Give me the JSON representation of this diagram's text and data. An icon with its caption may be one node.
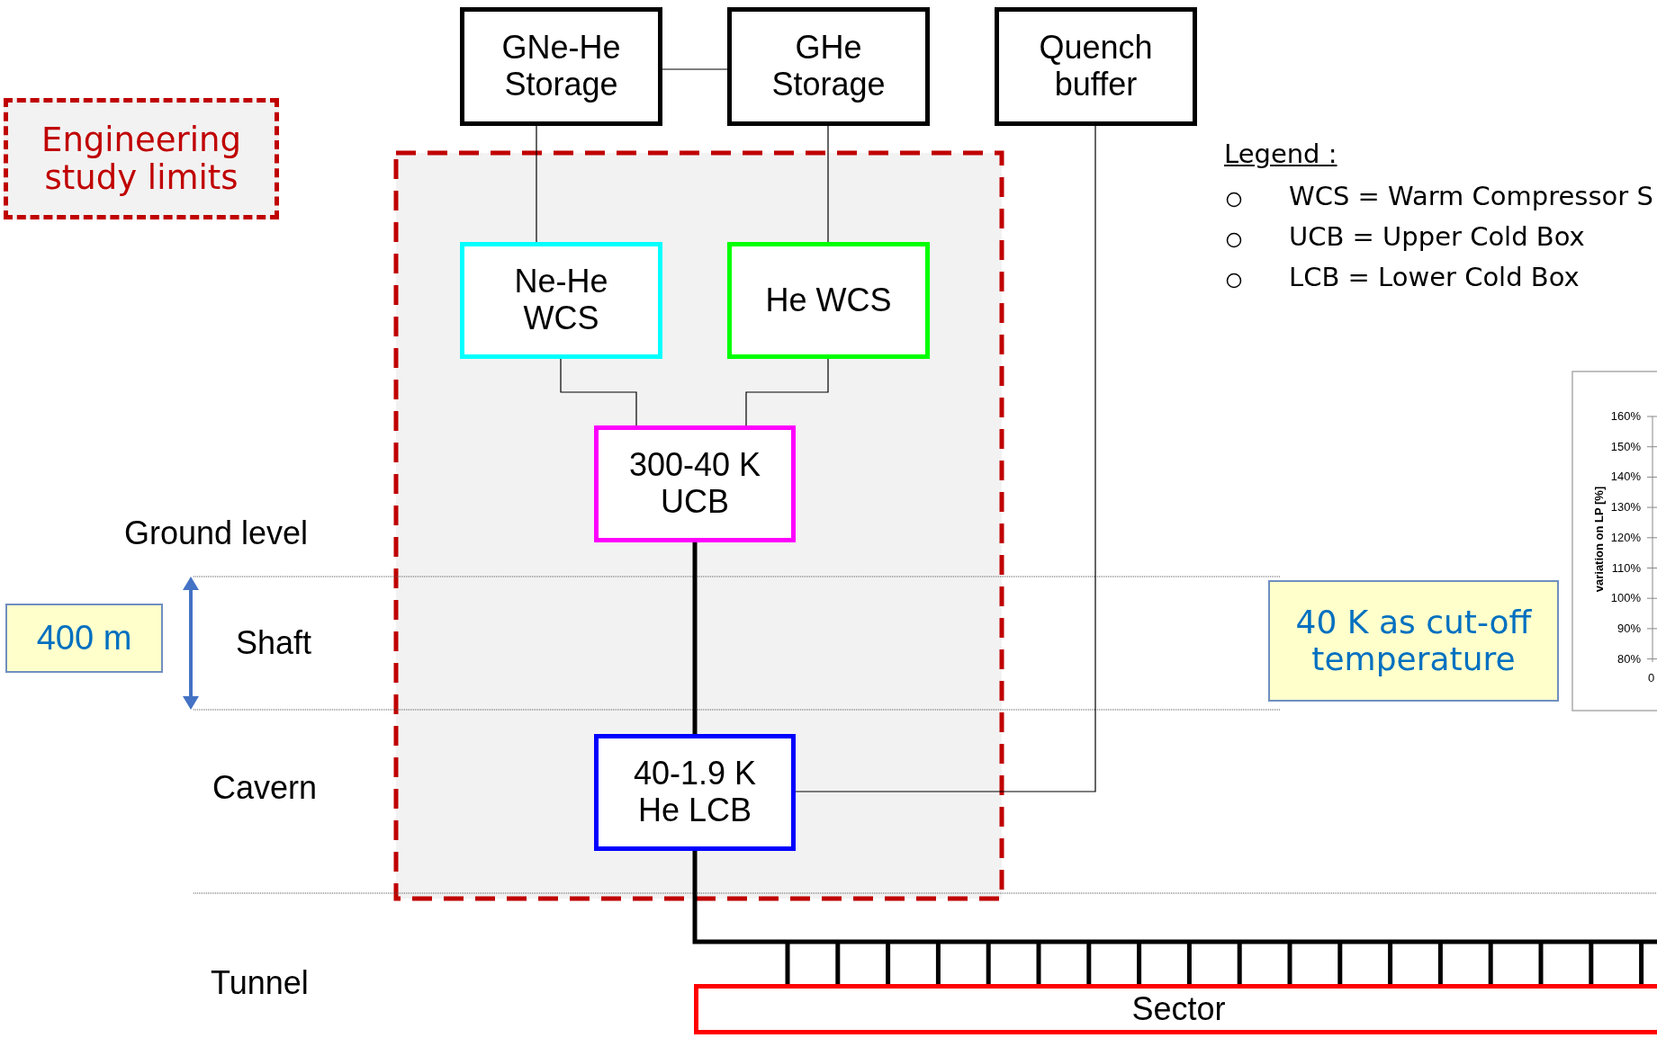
{
  "diagram": {
    "nodes": [
      {
        "text": [
          "GNe-He Storage"
        ]
      },
      {
        "text": [
          "GHe Storage"
        ]
      },
      {
        "text": [
          "Quench buffer"
        ]
      },
      {
        "text": [
          "Engineering study limits"
        ]
      },
      {
        "text": [
          "Ne-He WCS"
        ]
      },
      {
        "text": [
          "He WCS"
        ]
      },
      {
        "text": [
          "300-40 K UCB"
        ]
      },
      {
        "text": [
          "40-1.9 K He LCB"
        ]
      },
      {
        "text": [
          "400 m"
        ]
      },
      {
        "text": [
          "40 K as cut-off temperature"
        ]
      },
      {
        "text": [
          "Sector"
        ]
      }
    ],
    "edges": [
      {
        "from": 0,
        "to": 1,
        "arrow": "none"
      },
      {
        "from": 0,
        "to": 4,
        "arrow": "none"
      },
      {
        "from": 1,
        "to": 5,
        "arrow": "none"
      },
      {
        "from": 4,
        "to": 6,
        "arrow": "none"
      },
      {
        "from": 5,
        "to": 6,
        "arrow": "none"
      },
      {
        "from": 6,
        "to": 7,
        "arrow": "none",
        "style": "thick"
      },
      {
        "from": 2,
        "to": 7,
        "arrow": "none"
      },
      {
        "from": 7,
        "to": 10,
        "arrow": "none",
        "style": "thick"
      }
    ],
    "labels": [
      "Legend :",
      "WCS = Warm Compressor S",
      "UCB = Upper Cold Box",
      "LCB = Lower Cold Box",
      "Ground level",
      "Shaft",
      "Cavern",
      "Tunnel",
      "160%",
      "150%",
      "140%",
      "130%",
      "120%",
      "110%",
      "100%",
      "90%",
      "80%",
      "0",
      "variation on LP [%]"
    ]
  }
}
